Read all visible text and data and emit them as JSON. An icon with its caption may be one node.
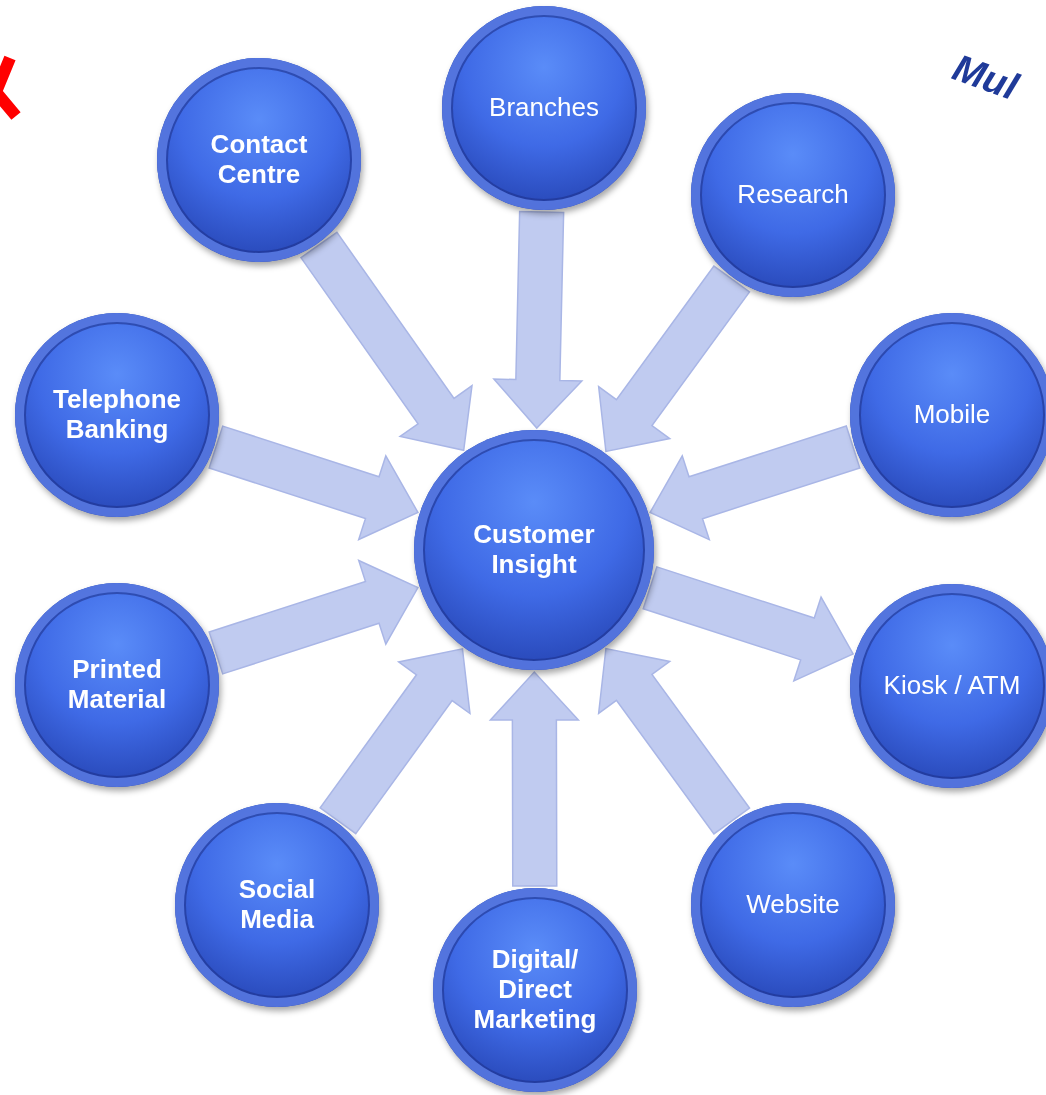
{
  "diagram": {
    "nodes": [
      {
        "text": [
          "Branches"
        ]
      },
      {
        "text": [
          "Contact Centre"
        ]
      },
      {
        "text": [
          "Research"
        ]
      },
      {
        "text": [
          "Telephone Banking"
        ]
      },
      {
        "text": [
          "Mobile"
        ]
      },
      {
        "text": [
          "Customer Insight"
        ]
      },
      {
        "text": [
          "Printed Material"
        ]
      },
      {
        "text": [
          "Kiosk / ATM"
        ]
      },
      {
        "text": [
          "Social Media"
        ]
      },
      {
        "text": [
          "Website"
        ]
      },
      {
        "text": [
          "Digital/ Direct Marketing"
        ]
      }
    ],
    "edges": [
      {
        "from": 0,
        "to": 5,
        "arrow": "to"
      },
      {
        "from": 1,
        "to": 5,
        "arrow": "to"
      },
      {
        "from": 2,
        "to": 5,
        "arrow": "to"
      },
      {
        "from": 3,
        "to": 5,
        "arrow": "to"
      },
      {
        "from": 4,
        "to": 5,
        "arrow": "to"
      },
      {
        "from": 5,
        "to": 7,
        "arrow": "to"
      },
      {
        "from": 6,
        "to": 5,
        "arrow": "to"
      },
      {
        "from": 8,
        "to": 5,
        "arrow": "to"
      },
      {
        "from": 9,
        "to": 5,
        "arrow": "to"
      },
      {
        "from": 10,
        "to": 5,
        "arrow": "to"
      }
    ],
    "labels": [
      "Mul"
    ]
  }
}
